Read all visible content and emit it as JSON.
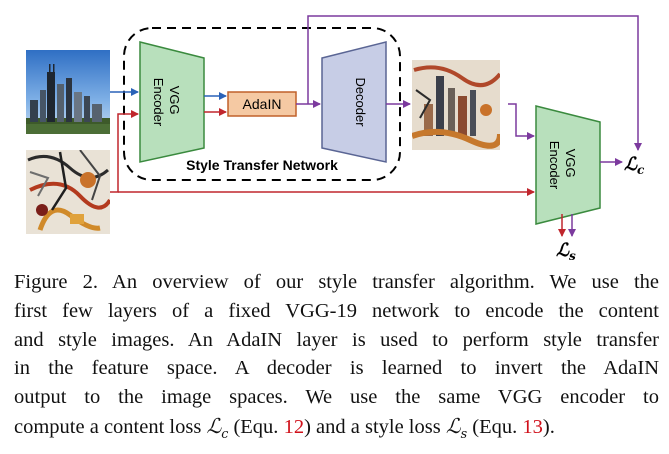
{
  "figure": {
    "network_label": "Style Transfer Network",
    "vgg_encoder_label_1": "VGG",
    "vgg_encoder_label_2": "Encoder",
    "adain_label": "AdaIN",
    "decoder_label": "Decoder",
    "vgg_loss_label_1": "VGG",
    "vgg_loss_label_2": "Encoder",
    "loss_content": "ℒ",
    "loss_content_sub": "c",
    "loss_style": "ℒ",
    "loss_style_sub": "s",
    "colors": {
      "encoder_fill": "#b8e0bc",
      "encoder_stroke": "#3a8a3e",
      "adain_fill": "#f5c9a3",
      "adain_stroke": "#c0612a",
      "decoder_fill": "#c7cde6",
      "decoder_stroke": "#5a6594",
      "content_path": "#2a62b8",
      "style_path": "#c0262d",
      "feature_path": "#7c3a9e"
    }
  },
  "caption": {
    "line1": "Figure 2. An overview of our style transfer algorithm. We use the",
    "line2": "first few layers of a fixed VGG-19 network to encode the content",
    "line3": "and style images. An AdaIN layer is used to perform style transfer",
    "line4": "in the feature space.  A decoder is learned to invert the AdaIN",
    "line5": "output to the image spaces.  We use the same VGG encoder to",
    "line6_a": "compute a content loss ",
    "line6_lc": "ℒ",
    "line6_lc_sub": "c",
    "line6_b": " (Equ. ",
    "line6_ref1": "12",
    "line6_c": ") and a style loss ",
    "line6_ls": "ℒ",
    "line6_ls_sub": "s",
    "line6_d": " (Equ. ",
    "line6_ref2": "13",
    "line6_e": ")."
  }
}
